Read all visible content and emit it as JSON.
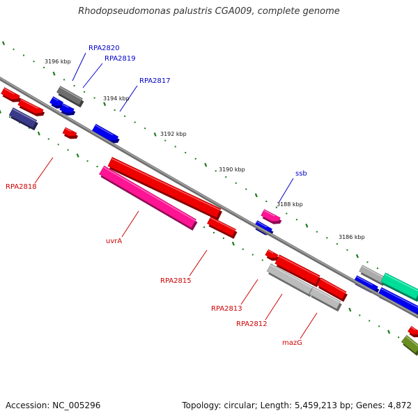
{
  "title": "Rhodopseudomonas palustris CGA009, complete genome",
  "footer": {
    "accession": "Accession: NC_005296",
    "topology": "Topology: circular; Length: 5,459,213 bp; Genes: 4,872"
  },
  "colors": {
    "backbone": "#7a7a7a",
    "label_top": "#0000cc",
    "label_bottom": "#cc0000",
    "tick": "#1a7a1a"
  },
  "ticks": [
    {
      "label": "3196 kbp"
    },
    {
      "label": "3194 kbp"
    },
    {
      "label": "3192 kbp"
    },
    {
      "label": "3190 kbp"
    },
    {
      "label": "3188 kbp"
    },
    {
      "label": "3186 kbp"
    }
  ],
  "labels_top": [
    {
      "text": "RPA2820"
    },
    {
      "text": "RPA2819"
    },
    {
      "text": "RPA2817"
    },
    {
      "text": "ssb"
    }
  ],
  "labels_bottom": [
    {
      "text": "RPA2818"
    },
    {
      "text": "uvrA"
    },
    {
      "text": "RPA2815"
    },
    {
      "text": "RPA2813"
    },
    {
      "text": "RPA2812"
    },
    {
      "text": "mazG"
    }
  ]
}
